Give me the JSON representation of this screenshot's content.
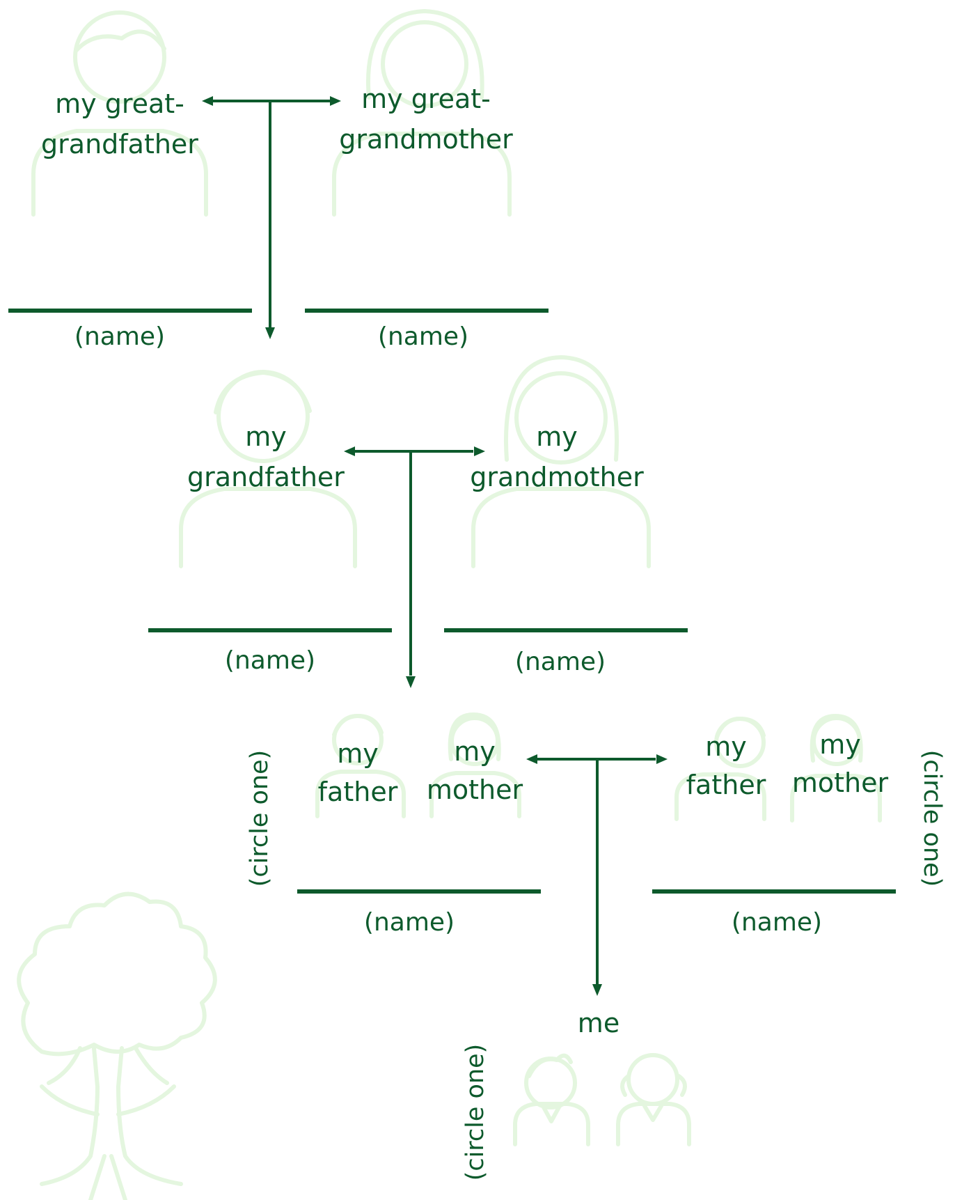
{
  "colors": {
    "ink": "#0d5a2c",
    "silhouette": "#e4f6df",
    "background": "#ffffff"
  },
  "icons": [
    "man-silhouette-icon",
    "woman-silhouette-icon",
    "boy-silhouette-icon",
    "girl-silhouette-icon",
    "tree-icon"
  ],
  "generation1": {
    "left_label_1": "my great-",
    "left_label_2": "grandfather",
    "right_label_1": "my great-",
    "right_label_2": "grandmother",
    "left_name": "(name)",
    "right_name": "(name)"
  },
  "generation2": {
    "left_label_1": "my",
    "left_label_2": "grandfather",
    "right_label_1": "my",
    "right_label_2": "grandmother",
    "left_name": "(name)",
    "right_name": "(name)"
  },
  "generation3": {
    "left_father_1": "my",
    "left_father_2": "father",
    "left_mother_1": "my",
    "left_mother_2": "mother",
    "right_father_1": "my",
    "right_father_2": "father",
    "right_mother_1": "my",
    "right_mother_2": "mother",
    "left_circle": "(circle one)",
    "right_circle": "(circle one)",
    "left_name": "(name)",
    "right_name": "(name)"
  },
  "me": {
    "label": "me",
    "circle": "(circle one)"
  }
}
